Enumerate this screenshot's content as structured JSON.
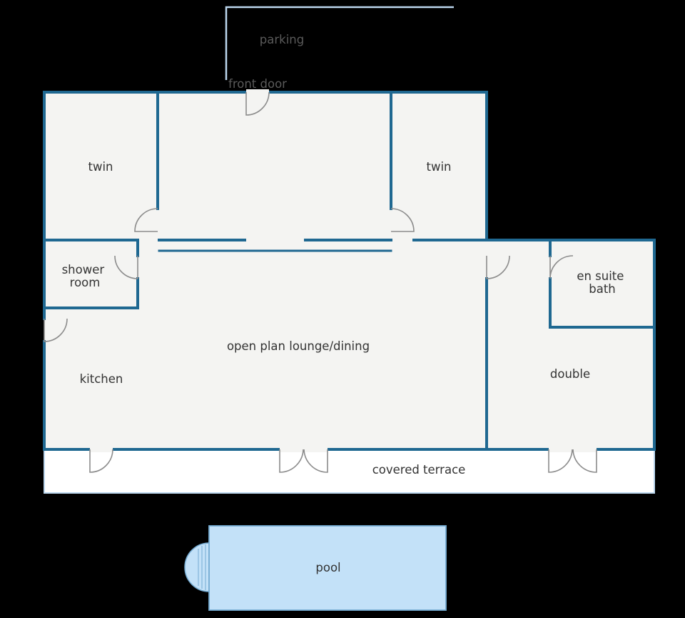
{
  "colors": {
    "background": "#000000",
    "floor": "#f4f4f2",
    "wall": "#1f6891",
    "outline": "#bcd7ee",
    "terrace": "#ffffff",
    "pool_fill": "#c3e1f8",
    "pool_stroke": "#74abd2",
    "door": "#8c8c8c",
    "text": "#333333",
    "outside_text": "#5a5a5a"
  },
  "labels": {
    "parking": "parking",
    "front_door": "front door",
    "twin_left": "twin",
    "twin_right": "twin",
    "shower_room": [
      "shower",
      "room"
    ],
    "kitchen": "kitchen",
    "lounge": "open plan lounge/dining",
    "ensuite": [
      "en suite",
      "bath"
    ],
    "double": "double",
    "terrace": "covered terrace",
    "pool": "pool"
  }
}
